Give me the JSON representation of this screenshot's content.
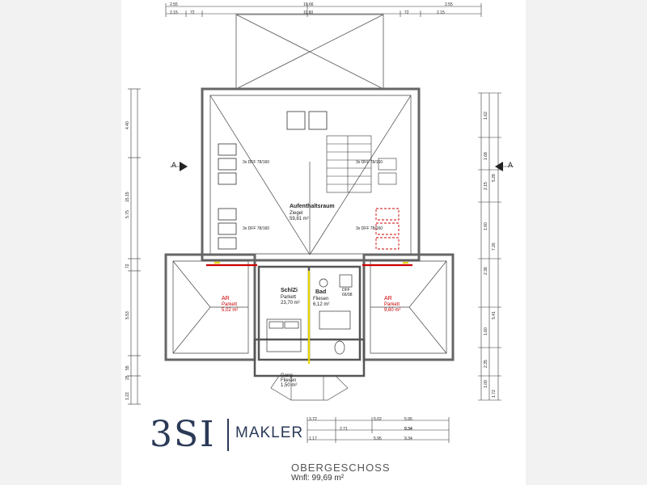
{
  "colors": {
    "wall": "#7a7a7a",
    "line": "#333333",
    "accent_red": "#cc0000",
    "marker_yellow": "#e8d800",
    "logo": "#2b3a57"
  },
  "dims_top": [
    "2.55",
    "10.66",
    "2.55",
    "2.15",
    "72",
    "11.60",
    "72",
    "2.15"
  ],
  "dims_left": [
    "4.40",
    "15.15",
    "5.75",
    "72",
    "5.53",
    "55",
    "25",
    "1.22"
  ],
  "dims_right": [
    "1.62",
    "1.68",
    "2.15",
    "5.28",
    "1.60",
    "2.36",
    "7.26",
    "5.41",
    "1.60",
    "2.35",
    "1.00",
    "1.72"
  ],
  "dims_bottom": [
    "3.72",
    "5.02",
    "5.95",
    "9.34",
    "2.71",
    "9.34",
    "1.17",
    "5.95",
    "9.34"
  ],
  "section_marks": [
    "A",
    "A"
  ],
  "rooms": [
    {
      "name": "Aufenthaltsraum",
      "floor": "Ziegel",
      "area": "59,81 m²"
    },
    {
      "name": "SchlZi",
      "floor": "Parkett",
      "area": "23,70 m²"
    },
    {
      "name": "Bad",
      "floor": "Fliesen",
      "area": "6,12 m²"
    },
    {
      "name": "AR",
      "floor": "Parkett",
      "area": "5,02 m²"
    },
    {
      "name": "AR",
      "floor": "Parkett",
      "area": "9,60 m²"
    },
    {
      "name": "Gang",
      "floor": "Fliesen",
      "area": "1,50 m²"
    }
  ],
  "windows": [
    "3x DFF 78/160",
    "3x DFF 78/160",
    "3x DFF 78/160",
    "3x DFF 78/160",
    "DFF 66/98"
  ],
  "logo": {
    "primary": "3SI",
    "secondary": "MAKLER"
  },
  "floor_name": "OBERGESCHOSS",
  "floor_area": "Wnfl: 99,69 m²"
}
